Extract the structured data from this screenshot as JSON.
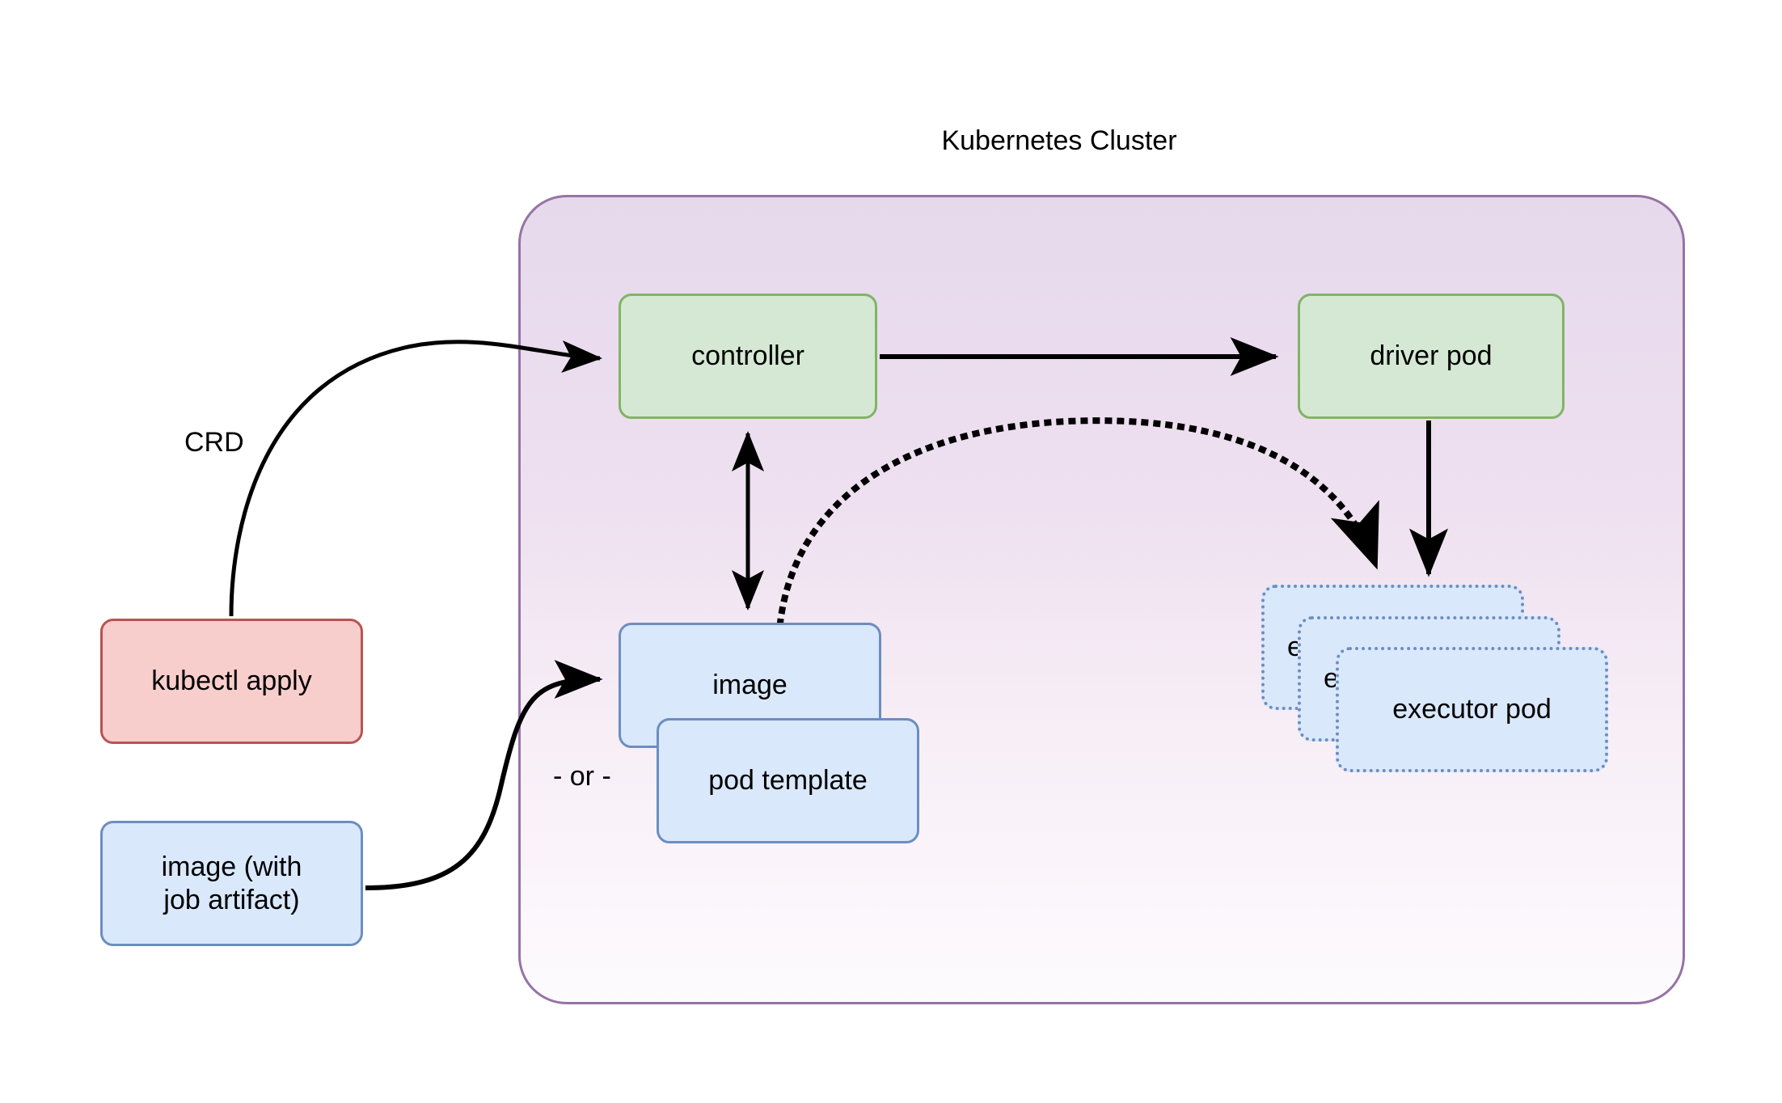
{
  "diagram": {
    "title": "Kubernetes Cluster",
    "cluster": {
      "label": "Kubernetes Cluster",
      "fill": "#e6d9ec",
      "stroke": "#9673a6"
    },
    "nodes": [
      {
        "id": "controller",
        "label": "controller",
        "fill": "#d5e8d4",
        "stroke": "#82b366",
        "style": "solid"
      },
      {
        "id": "driver-pod",
        "label": "driver pod",
        "fill": "#d5e8d4",
        "stroke": "#82b366",
        "style": "solid"
      },
      {
        "id": "image",
        "label": "image",
        "fill": "#dae8fc",
        "stroke": "#6c8ebf",
        "style": "solid"
      },
      {
        "id": "pod-template",
        "label": "pod template",
        "fill": "#dae8fc",
        "stroke": "#6c8ebf",
        "style": "solid"
      },
      {
        "id": "kubectl",
        "label": "kubectl apply",
        "fill": "#f8cecc",
        "stroke": "#b85450",
        "style": "solid"
      },
      {
        "id": "artifact",
        "label": "image (with\njob artifact)",
        "fill": "#dae8fc",
        "stroke": "#6c8ebf",
        "style": "solid"
      },
      {
        "id": "executor-1",
        "label": "executor pod",
        "fill": "#dae8fc",
        "stroke": "#6c8ebf",
        "style": "dotted"
      },
      {
        "id": "executor-2",
        "label": "executor pod",
        "fill": "#dae8fc",
        "stroke": "#6c8ebf",
        "style": "dotted"
      },
      {
        "id": "executor-3",
        "label": "executor pod",
        "fill": "#dae8fc",
        "stroke": "#6c8ebf",
        "style": "dotted"
      }
    ],
    "node_labels": {
      "controller": "controller",
      "driver_pod": "driver pod",
      "image": "image",
      "pod_template": "pod template",
      "kubectl_apply": "kubectl apply",
      "artifact_line_1": "image (with",
      "artifact_line_2": "job artifact)",
      "executor_pod": "executor pod"
    },
    "edge_labels": {
      "crd": "CRD",
      "or": "- or -"
    },
    "edges": [
      {
        "from": "kubectl",
        "to": "controller",
        "label": "CRD",
        "style": "solid",
        "arrow": "single"
      },
      {
        "from": "controller",
        "to": "driver-pod",
        "label": "",
        "style": "solid",
        "arrow": "single"
      },
      {
        "from": "controller",
        "to": "image",
        "label": "",
        "style": "solid",
        "arrow": "double"
      },
      {
        "from": "image",
        "to": "executor-1",
        "label": "",
        "style": "dotted",
        "arrow": "single"
      },
      {
        "from": "driver-pod",
        "to": "executor-1",
        "label": "",
        "style": "solid",
        "arrow": "single"
      },
      {
        "from": "artifact",
        "to": "image",
        "label": "- or -",
        "style": "solid",
        "arrow": "single"
      }
    ],
    "colors": {
      "edge": "#000000",
      "text": "#000000",
      "background": "#ffffff"
    }
  }
}
